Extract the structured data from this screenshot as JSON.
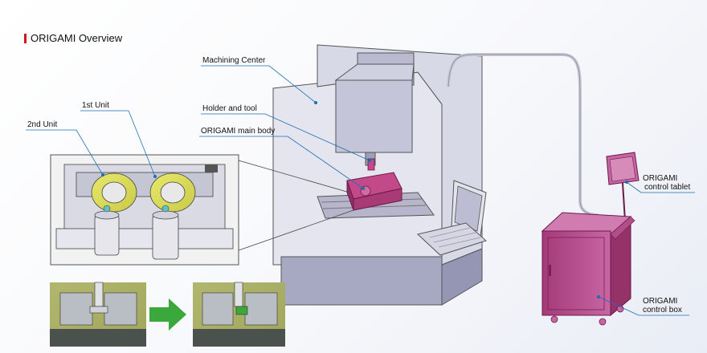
{
  "header": {
    "title": "ORIGAMI Overview"
  },
  "labels": {
    "machining_center": "Machining Center",
    "first_unit": "1st Unit",
    "second_unit": "2nd Unit",
    "holder_and_tool": "Holder and tool",
    "main_body": "ORIGAMI main body",
    "control_tablet_line1": "ORIGAMI",
    "control_tablet_line2": "control tablet",
    "control_box_line1": "ORIGAMI",
    "control_box_line2": "control box"
  },
  "colors": {
    "accent": "#d0141c",
    "callout_line": "#1a6fb0",
    "origami_magenta": "#b0407a",
    "machine_gray": "#c9c9d8",
    "arrow_green": "#3aa83a"
  }
}
